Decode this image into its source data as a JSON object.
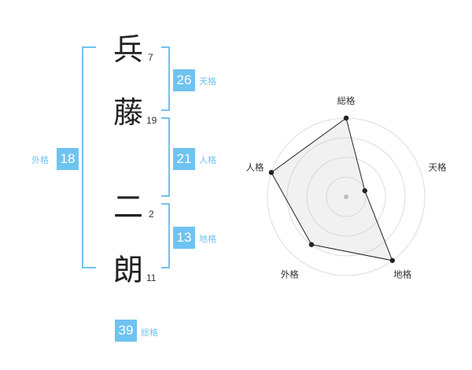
{
  "name": {
    "chars": [
      {
        "char": "兵",
        "strokes": "7"
      },
      {
        "char": "藤",
        "strokes": "19"
      },
      {
        "char": "二",
        "strokes": "2"
      },
      {
        "char": "朗",
        "strokes": "11"
      }
    ]
  },
  "fortune": {
    "ten": {
      "value": "26",
      "label": "天格"
    },
    "jin": {
      "value": "21",
      "label": "人格"
    },
    "chi": {
      "value": "13",
      "label": "地格"
    },
    "gai": {
      "value": "18",
      "label": "外格"
    },
    "sou": {
      "value": "39",
      "label": "総格"
    }
  },
  "colors": {
    "accent": "#6fc3f0",
    "text": "#222222"
  },
  "chart_data": {
    "type": "radar",
    "axes": [
      "総格",
      "天格",
      "地格",
      "外格",
      "人格"
    ],
    "levels": 4,
    "max": 4,
    "values": [
      4,
      1,
      4,
      3,
      4
    ]
  }
}
